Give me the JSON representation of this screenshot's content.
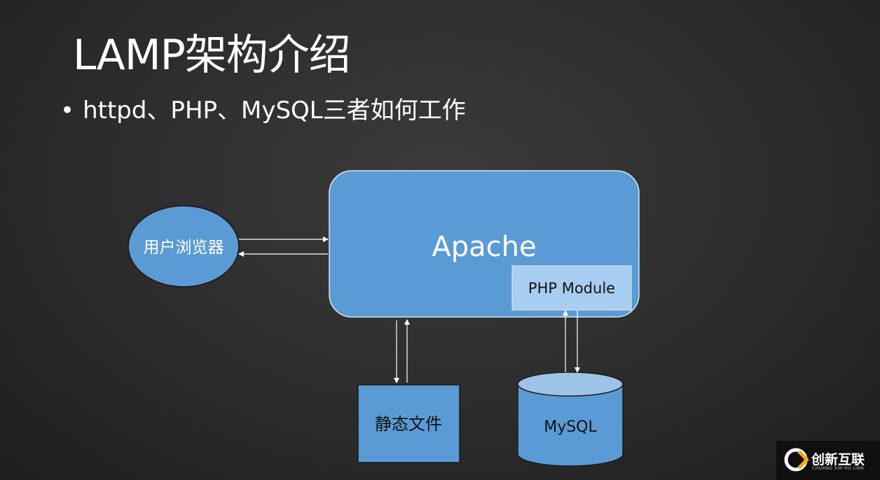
{
  "slide": {
    "title": "LAMP架构介绍",
    "bullet": "httpd、PHP、MySQL三者如何工作"
  },
  "diagram": {
    "nodes": {
      "browser": "用户浏览器",
      "apache": "Apache",
      "php_module": "PHP Module",
      "static_files": "静态文件",
      "mysql": "MySQL"
    },
    "colors": {
      "node_fill": "#5b9bd5",
      "php_module_fill": "#a7cdf0",
      "db_top_fill": "#9dc3e6",
      "arrow": "#ffffff",
      "text": "#ffffff",
      "dark_text": "#111111"
    }
  },
  "watermark": {
    "brand": "创新互联",
    "sub": "CHUANG XIN HU LIAN"
  }
}
